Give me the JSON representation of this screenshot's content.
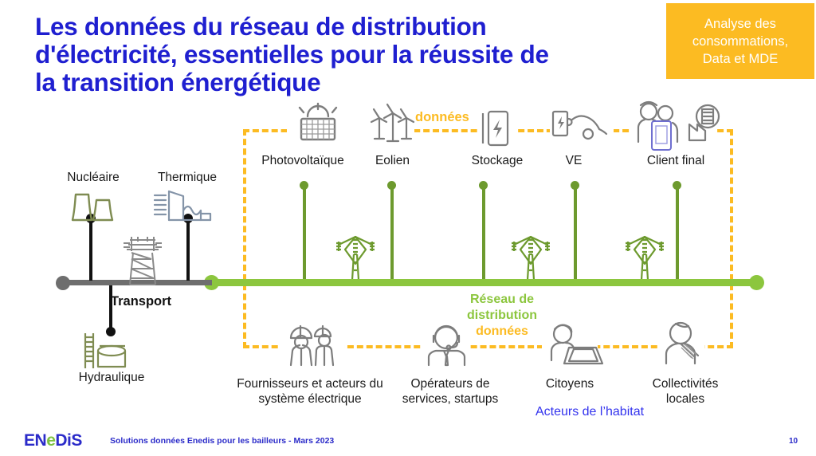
{
  "slide": {
    "title_lines": [
      "Les données du réseau de distribution",
      "d'électricité, essentielles pour la réussite de",
      "la transition énergétique"
    ],
    "title_color": "#1f1fd0"
  },
  "badge": {
    "lines": [
      "Analyse des",
      "consommations,",
      "Data et MDE"
    ],
    "background": "#FCBB22",
    "text_color": "#FFFFFF"
  },
  "diagram": {
    "frame_color": "#FCBB22",
    "green_color": "#8CC63E",
    "gray_color": "#6E6E6E",
    "data_label_top": "données",
    "network_label": {
      "line1": "Réseau de",
      "line2": "distribution",
      "line3": "données"
    },
    "transport_label": "Transport",
    "habitat_label": "Acteurs de l’habitat",
    "generation_left": [
      {
        "label": "Nucléaire",
        "icon": "cooling-tower-icon",
        "color": "#7F8C52"
      },
      {
        "label": "Thermique",
        "icon": "thermal-plant-icon",
        "color": "#8494A8"
      },
      {
        "label": "Hydraulique",
        "icon": "hydro-dam-icon",
        "color": "#7F8C52"
      }
    ],
    "top_nodes": [
      {
        "label": "Photovoltaïque",
        "icon": "solar-panel-icon"
      },
      {
        "label": "Eolien",
        "icon": "wind-turbine-icon"
      },
      {
        "label": "Stockage",
        "icon": "battery-storage-icon"
      },
      {
        "label": "VE",
        "icon": "ev-charger-icon"
      },
      {
        "label": "Client final",
        "icon": "end-customer-icon"
      }
    ],
    "bottom_nodes": [
      {
        "label": "Fournisseurs et acteurs du système électrique",
        "icon": "field-workers-icon"
      },
      {
        "label": "Opérateurs de services, startups",
        "icon": "headset-operator-icon"
      },
      {
        "label": "Citoyens",
        "icon": "citizen-laptop-icon"
      },
      {
        "label": "Collectivités locales",
        "icon": "local-official-icon"
      }
    ]
  },
  "footer": {
    "logo_prefix": "EN",
    "logo_accent": "e",
    "logo_suffix": "DiS",
    "text": "Solutions données Enedis pour les bailleurs - Mars 2023",
    "page_number": "10"
  }
}
